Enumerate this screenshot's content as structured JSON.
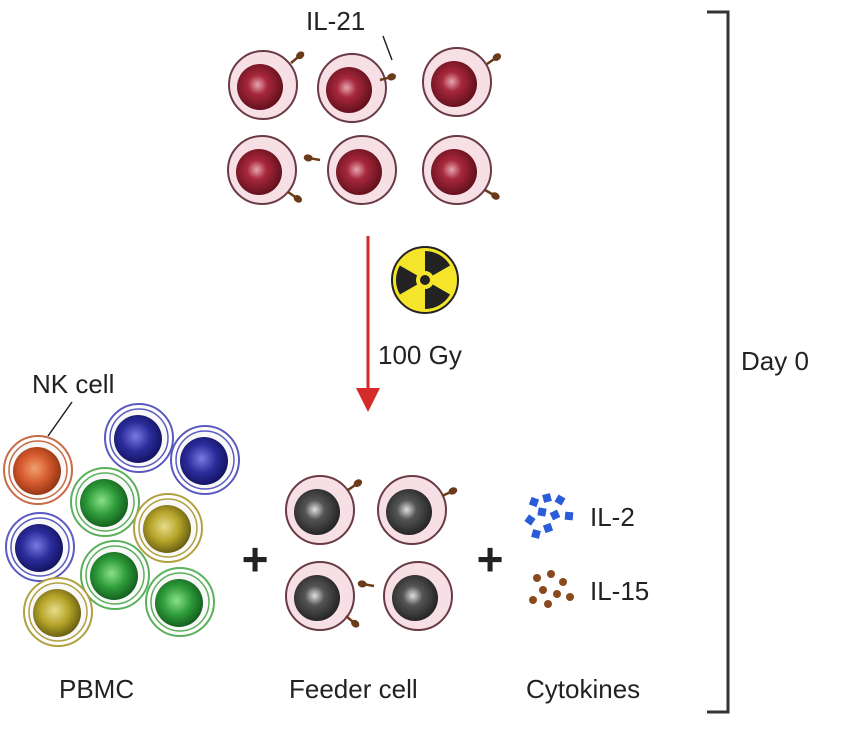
{
  "labels": {
    "il21": "IL-21",
    "dose": "100 Gy",
    "nk_cell": "NK cell",
    "pbmc": "PBMC",
    "feeder_cell": "Feeder cell",
    "cytokines": "Cytokines",
    "il2": "IL-2",
    "il15": "IL-15",
    "day": "Day 0",
    "plus": "+"
  },
  "icons": {
    "radiation": "radiation-hazard-icon"
  },
  "colors": {
    "arrow": "#d42a2a",
    "cell_membrane": "#f7dfe6",
    "il21_cell_nucleus": "#8c1d2e",
    "feeder_nucleus": "#3a3a3a",
    "nk_cell": "#d65a2e",
    "pbmc_blue": "#2c2c9c",
    "pbmc_green": "#2e9c3a",
    "pbmc_yellow": "#b6a52a",
    "il2_dots": "#2a5cd8",
    "il15_dots": "#8a4a1e",
    "radiation_yellow": "#f5e52a"
  }
}
